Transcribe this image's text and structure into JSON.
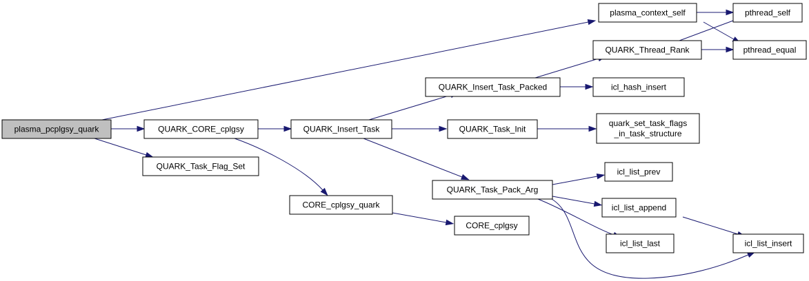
{
  "graph": {
    "type": "call-graph",
    "colors": {
      "edge": "#191970",
      "node_border": "#000000",
      "root_fill": "#bfbfbf",
      "node_fill": "#ffffff"
    },
    "nodes": [
      {
        "id": "root",
        "label": "plasma_pcplgsy_quark"
      },
      {
        "id": "core_call",
        "label": "QUARK_CORE_cplgsy"
      },
      {
        "id": "flag_set",
        "label": "QUARK_Task_Flag_Set"
      },
      {
        "id": "insert_task",
        "label": "QUARK_Insert_Task"
      },
      {
        "id": "core_quark",
        "label": "CORE_cplgsy_quark"
      },
      {
        "id": "core",
        "label": "CORE_cplgsy"
      },
      {
        "id": "ctx_self",
        "label": "plasma_context_self"
      },
      {
        "id": "thread_rank",
        "label": "QUARK_Thread_Rank"
      },
      {
        "id": "pthread_self",
        "label": "pthread_self"
      },
      {
        "id": "pthread_equal",
        "label": "pthread_equal"
      },
      {
        "id": "packed",
        "label": "QUARK_Insert_Task_Packed"
      },
      {
        "id": "hash_insert",
        "label": "icl_hash_insert"
      },
      {
        "id": "task_init",
        "label": "QUARK_Task_Init"
      },
      {
        "id": "set_flags",
        "label": "quark_set_task_flags\n_in_task_structure"
      },
      {
        "id": "pack_arg",
        "label": "QUARK_Task_Pack_Arg"
      },
      {
        "id": "list_prev",
        "label": "icl_list_prev"
      },
      {
        "id": "list_append",
        "label": "icl_list_append"
      },
      {
        "id": "list_last",
        "label": "icl_list_last"
      },
      {
        "id": "list_insert",
        "label": "icl_list_insert"
      }
    ],
    "edges": [
      [
        "root",
        "core_call"
      ],
      [
        "root",
        "flag_set"
      ],
      [
        "root",
        "ctx_self"
      ],
      [
        "core_call",
        "insert_task"
      ],
      [
        "core_call",
        "core_quark"
      ],
      [
        "core_quark",
        "core"
      ],
      [
        "insert_task",
        "packed"
      ],
      [
        "insert_task",
        "task_init"
      ],
      [
        "insert_task",
        "pack_arg"
      ],
      [
        "packed",
        "thread_rank"
      ],
      [
        "packed",
        "hash_insert"
      ],
      [
        "task_init",
        "set_flags"
      ],
      [
        "ctx_self",
        "pthread_self"
      ],
      [
        "ctx_self",
        "pthread_equal"
      ],
      [
        "thread_rank",
        "pthread_self"
      ],
      [
        "thread_rank",
        "pthread_equal"
      ],
      [
        "pack_arg",
        "list_prev"
      ],
      [
        "pack_arg",
        "list_append"
      ],
      [
        "pack_arg",
        "list_last"
      ],
      [
        "pack_arg",
        "list_insert"
      ],
      [
        "list_append",
        "list_insert"
      ]
    ]
  }
}
